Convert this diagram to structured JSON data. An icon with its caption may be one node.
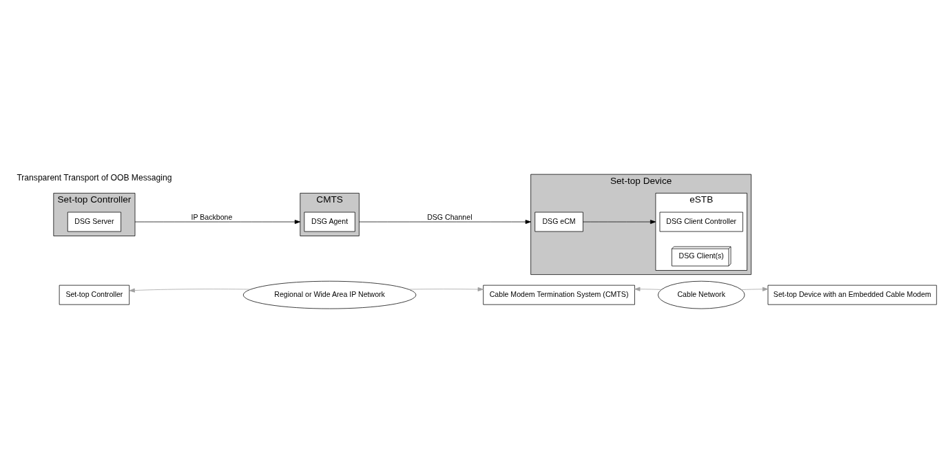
{
  "diagram": {
    "nodes": [
      {
        "text": [
          "Set-top Controller"
        ]
      },
      {
        "text": [
          "Regional or Wide Area IP Network"
        ]
      },
      {
        "text": [
          "Cable Modem Termination System (CMTS)"
        ]
      },
      {
        "text": [
          "Cable Network"
        ]
      },
      {
        "text": [
          "Set-top Device with an Embedded Cable Modem"
        ]
      },
      {
        "text": [
          "Set-top Controller"
        ]
      },
      {
        "text": [
          "DSG Server"
        ],
        "in": 5
      },
      {
        "text": [
          "CMTS"
        ]
      },
      {
        "text": [
          "DSG Agent"
        ],
        "in": 7
      },
      {
        "text": [
          "Set-top Device"
        ]
      },
      {
        "text": [
          "DSG eCM"
        ],
        "in": 9
      },
      {
        "text": [
          "eSTB"
        ],
        "in": 9
      },
      {
        "text": [
          "DSG Client Controller"
        ],
        "in": 11
      },
      {
        "text": [
          "DSG Client(s)"
        ],
        "in": 11
      }
    ],
    "edges": [
      {
        "from": 1,
        "to": 0,
        "arrow": "to",
        "color": "#a0a0a0"
      },
      {
        "from": 1,
        "to": 2,
        "arrow": "to",
        "color": "#a0a0a0"
      },
      {
        "from": 3,
        "to": 2,
        "arrow": "to",
        "color": "#a0a0a0"
      },
      {
        "from": 3,
        "to": 4,
        "arrow": "to",
        "color": "#a0a0a0"
      },
      {
        "from": 5,
        "to": 7,
        "arrow": "to",
        "label": "IP Backbone",
        "color": "#000000"
      },
      {
        "from": 7,
        "to": 9,
        "arrow": "to",
        "label": "DSG Channel",
        "color": "#000000"
      },
      {
        "from": 10,
        "to": 11,
        "arrow": "to",
        "color": "#000000"
      }
    ],
    "labels": [
      "Transparent Transport of OOB Messaging"
    ]
  }
}
